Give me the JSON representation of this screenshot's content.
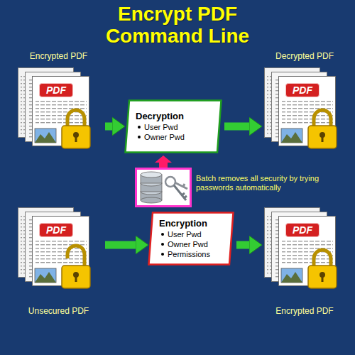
{
  "diagram": {
    "title": "Encrypt PDF Command Line",
    "nodes": [
      {
        "text": [
          "Encrypted PDF"
        ]
      },
      {
        "text": [
          "Decryption",
          "User Pwd",
          "Owner Pwd"
        ]
      },
      {
        "text": [
          "Decrypted PDF"
        ]
      },
      {
        "text": [
          "Batch removes all security by trying passwords automatically"
        ]
      },
      {
        "text": [
          "Unsecured PDF"
        ]
      },
      {
        "text": [
          "Encryption",
          "User Pwd",
          "Owner Pwd",
          "Permissions"
        ]
      },
      {
        "text": [
          "Encrypted PDF"
        ]
      }
    ],
    "edges": [
      {
        "from": 0,
        "to": 1,
        "arrow": "to"
      },
      {
        "from": 1,
        "to": 2,
        "arrow": "to"
      },
      {
        "from": 3,
        "to": 1,
        "arrow": "to"
      },
      {
        "from": 4,
        "to": 5,
        "arrow": "to"
      },
      {
        "from": 5,
        "to": 6,
        "arrow": "to"
      }
    ],
    "labels": [
      "PDF",
      "PDF",
      "PDF",
      "PDF"
    ]
  }
}
